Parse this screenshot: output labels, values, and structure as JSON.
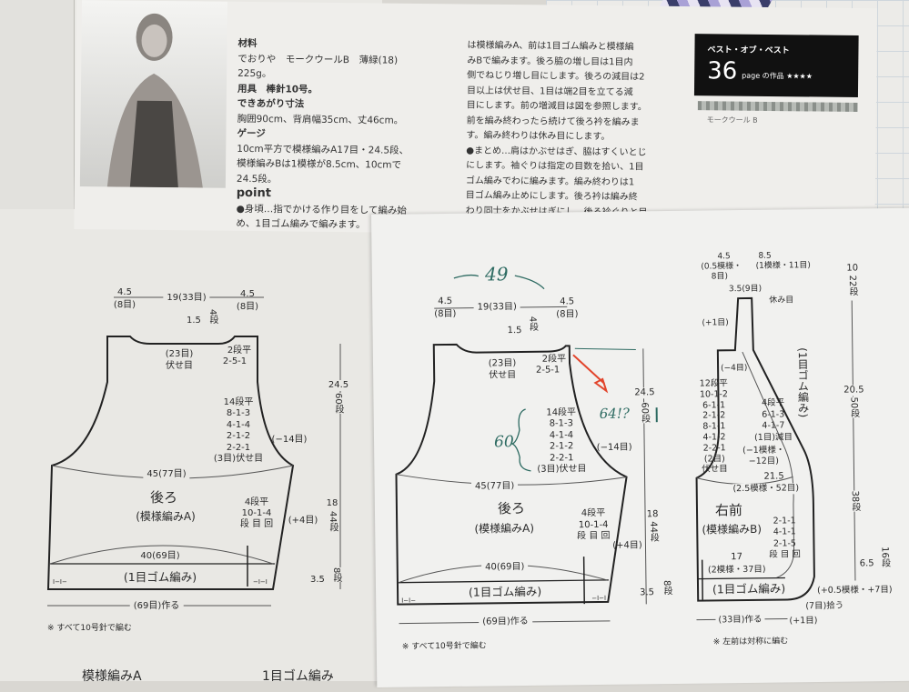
{
  "top_page": {
    "left_column": [
      "材料",
      "でおりや　モークウールB　薄緑(18)",
      "225g。",
      "用具　棒針10号。",
      "できあがり寸法",
      "胸囲90cm、背肩幅35cm、丈46cm。",
      "ゲージ",
      "10cm平方で模様編みA17目・24.5段、",
      "模様編みBは1模様が8.5cm、10cmで",
      "24.5段。",
      "point",
      "●身頃…指でかける作り目をして編み始",
      "め、1目ゴム編みで編みます。"
    ],
    "right_column": [
      "は模様編みA、前は1目ゴム編みと模様編",
      "みBで編みます。後ろ脇の増し目は1目内",
      "側でねじり増し目にします。後ろの減目は2",
      "目以上は伏せ目、1目は端2目を立てる減",
      "目にします。前の増減目は図を参照します。",
      "前を編み終わったら続けて後ろ衿を編みま",
      "す。編み終わりは休み目にします。",
      "●まとめ…肩はかぶせはぎ、脇はすくいとじ",
      "にします。袖ぐりは指定の目数を拾い、1目",
      "ゴム編みでわに編みます。編み終わりは1",
      "目ゴム編み止めにします。後ろ衿は編み終",
      "わり同士をかぶせはぎにし、後ろ衿ぐりと目"
    ],
    "badge": {
      "series": "ベスト・オブ・ベスト",
      "page_number": "36",
      "page_suffix": "page の作品 ★★★★",
      "yarn": "モークウール B"
    }
  },
  "back_page": {
    "top_left": "4.5",
    "top_left_sts": "(8目)",
    "top_center": "19(33目)",
    "top_right": "4.5",
    "top_right_sts": "(8目)",
    "neck_depth": "1.5",
    "neck_rows": "4段",
    "neck_bindoff": "(23目)",
    "bindoff_label": "伏せ目",
    "shoulder": [
      "2段平",
      "2-5-1"
    ],
    "armhole": [
      "14段平",
      "8-1-3",
      "4-1-4",
      "2-1-2",
      "2-2-1",
      "(3目)伏せ目"
    ],
    "armhole_total": "(−14目)",
    "height_top": "24.5",
    "height_top_rows": "60段",
    "width_chest": "45(77目)",
    "piece_name": "後ろ",
    "piece_stitch": "(模様編みA)",
    "side_inc": [
      "4段平",
      "10-1-4",
      "段 目 回"
    ],
    "side_inc_total": "(+4目)",
    "height_mid": "18",
    "height_mid_rows": "44段",
    "width_hem": "40(69目)",
    "ribbing": "(1目ゴム編み)",
    "rib_left": "I−I−",
    "rib_right": "−I−I",
    "height_rib": "3.5",
    "height_rib_rows": "8段",
    "cast_on": "(69目)作る",
    "note": "※ すべて10号針で編む",
    "bottom_left": "模様編みA",
    "bottom_right": "1目ゴム編み"
  },
  "sheet": {
    "handwritten": {
      "top": "49",
      "armhole": "60",
      "question": "64!?"
    },
    "annotation_colors": {
      "green": "#2e6b62",
      "red": "#e2452c"
    },
    "right_front": {
      "top_left": "4.5",
      "top_left_sts": "(0.5模様・",
      "top_left_sts2": "8目)",
      "top_right": "8.5",
      "top_right_sts": "(1模様・11目)",
      "collar": "3.5(9目)",
      "collar_hold": "休み目",
      "inc_one": "(+1目)",
      "band": "(1目ゴム編み)",
      "dec_four": "(−4目)",
      "armhole": [
        "12段平",
        "10-1-2",
        "6-1-1",
        "2-1-2",
        "8-1-1",
        "4-1-2",
        "2-2-1",
        "(2目)",
        "伏せ目"
      ],
      "neck_dec": [
        "4段平",
        "6-1-3",
        "4-1-7",
        "(1目)減目"
      ],
      "neck_total": [
        "(−1模様・",
        "−12目)"
      ],
      "width_chest": "21.5",
      "width_chest_sts": "(2.5模様・52目)",
      "piece_name": "右前",
      "piece_stitch": "(模様編みB)",
      "front_inc": [
        "2-1-1",
        "4-1-1",
        "2-1-5",
        "段 目 回"
      ],
      "width_hem": "17",
      "width_hem_sts": "(2模様・37目)",
      "ribbing": "(1目ゴム編み)",
      "h1": "10",
      "h1_rows": "22段",
      "h2": "20.5",
      "h2_rows": "50段",
      "h3_rows": "38段",
      "h4": "6.5",
      "h4_rows": "16段",
      "band_inc": "(+0.5模様・+7目)",
      "pickup": "(7目)拾う",
      "cast_on": "(33目)作る",
      "cast_inc": "(+1目)",
      "note": "※ 左前は対称に編む"
    }
  }
}
